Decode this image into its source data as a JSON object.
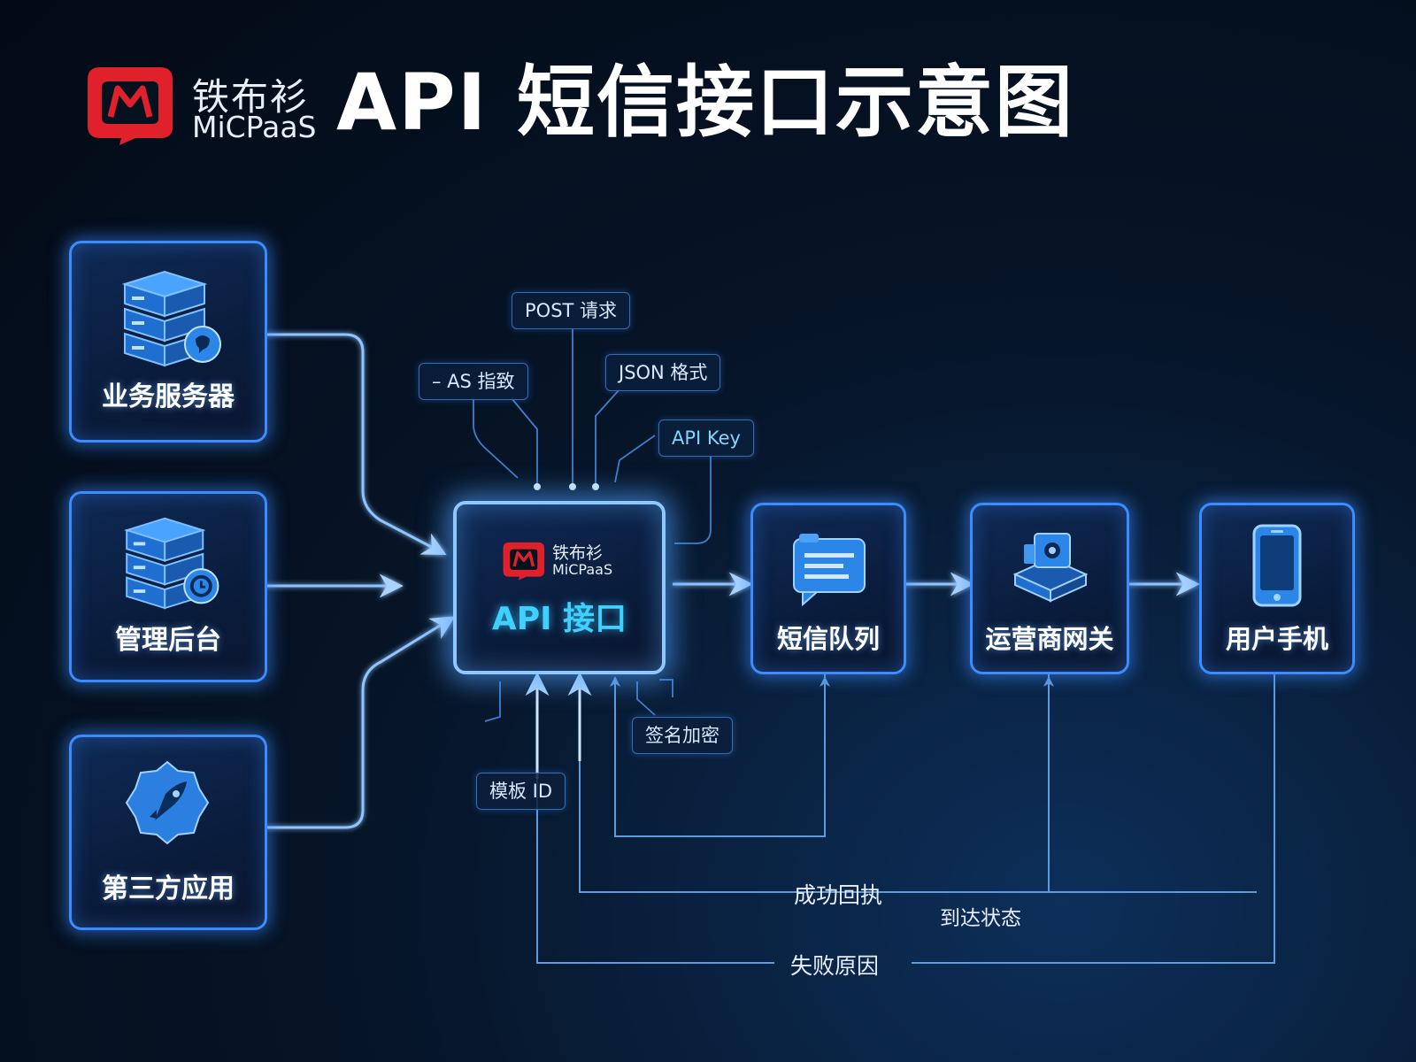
{
  "header": {
    "brand_cn": "铁布衫",
    "brand_en": "MiCPaaS",
    "title": "API 短信接口示意图"
  },
  "sources": [
    {
      "label": "业务服务器",
      "icon": "server-chat-icon"
    },
    {
      "label": "管理后台",
      "icon": "server-clock-icon"
    },
    {
      "label": "第三方应用",
      "icon": "rocket-icon"
    }
  ],
  "api": {
    "brand_cn": "铁布衫",
    "brand_en": "MiCPaaS",
    "label": "API 接口"
  },
  "pipeline": [
    {
      "label": "短信队列",
      "icon": "message-icon"
    },
    {
      "label": "运营商网关",
      "icon": "gateway-icon"
    },
    {
      "label": "用户手机",
      "icon": "phone-icon"
    }
  ],
  "tags": {
    "post": "POST 请求",
    "aes": "– AS 指致",
    "json": "JSON 格式",
    "apikey": "API Key",
    "sign": "签名加密",
    "template": "模板 ID"
  },
  "feedback": {
    "success": "成功回执",
    "status": "到达状态",
    "failure": "失败原因"
  },
  "colors": {
    "accent": "#3c8cff",
    "glow": "#7fb4ff",
    "api_text": "#3fd0ff",
    "logo_red": "#e0202a"
  }
}
